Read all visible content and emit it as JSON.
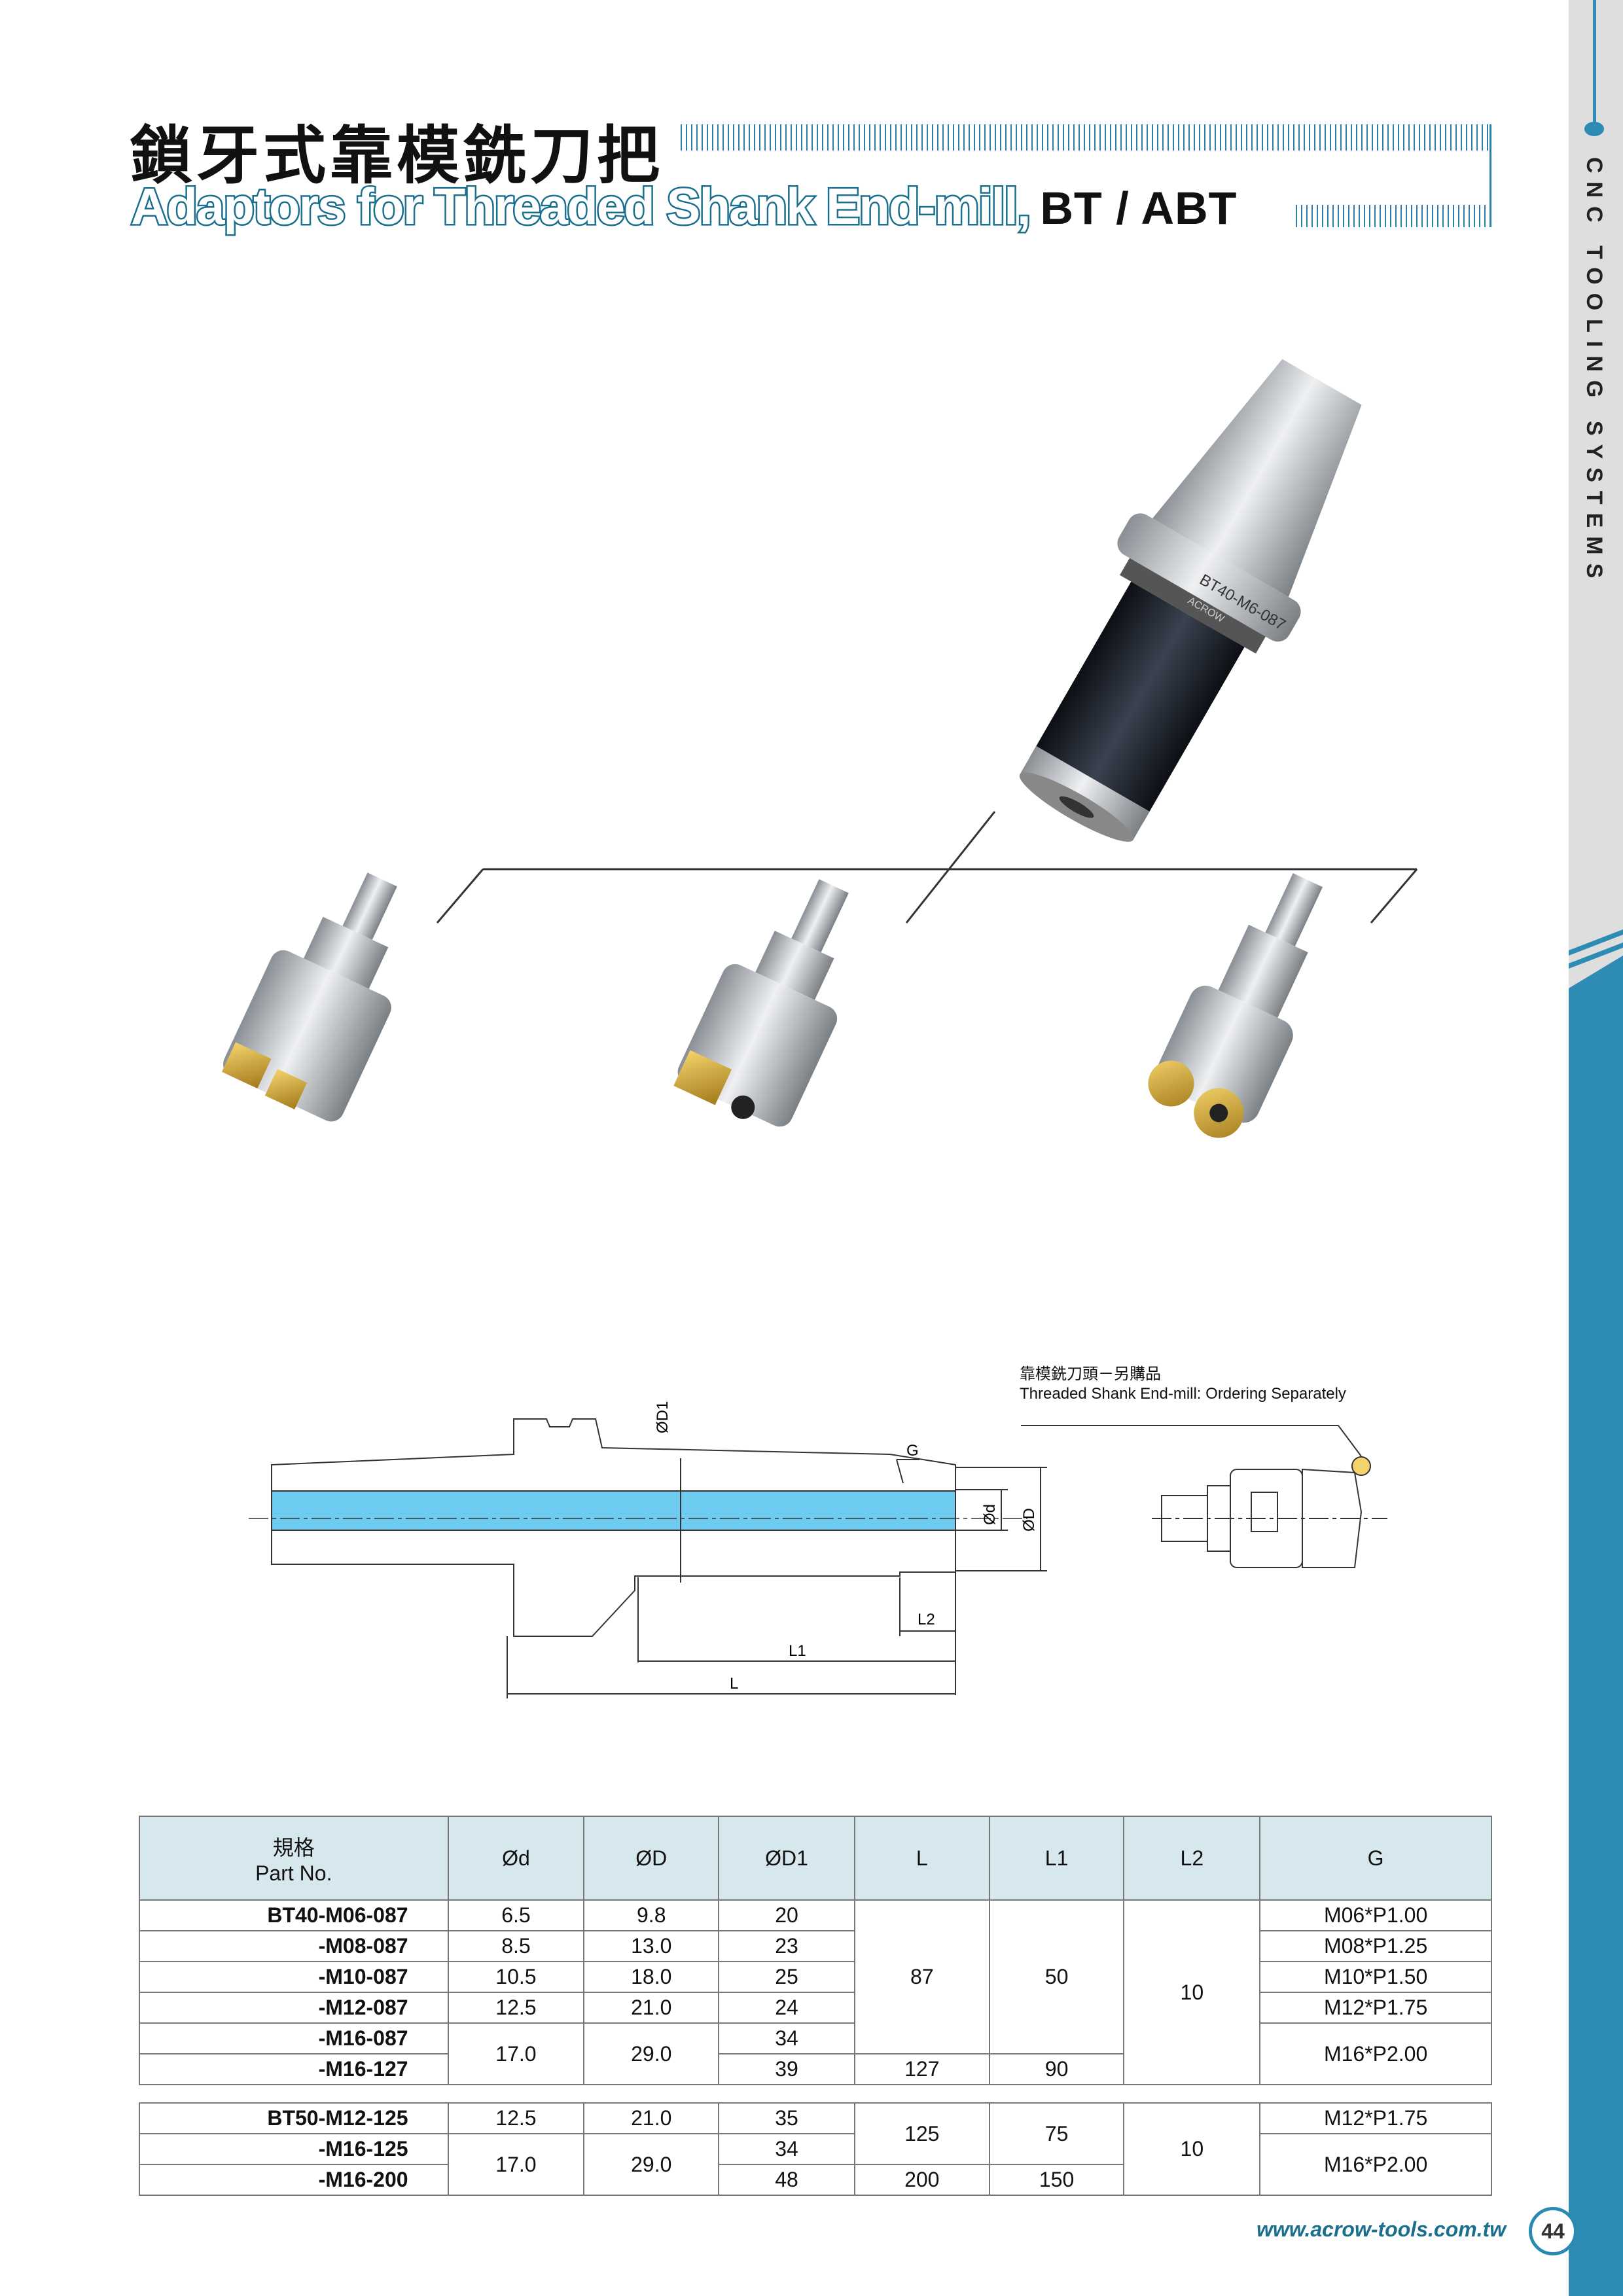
{
  "header": {
    "title_zh": "鎖牙式靠模銑刀把",
    "title_en": "Adaptors for Threaded Shank End-mill,",
    "title_suffix": "BT / ABT"
  },
  "sidebar": {
    "label": "CNC TOOLING SYSTEMS"
  },
  "product_image": {
    "holder_marking": "BT40-M6-087",
    "brand_marking": "ACROW"
  },
  "drawing": {
    "labels": {
      "D1": "ØD1",
      "G": "G",
      "d": "Ød",
      "D": "ØD",
      "L2": "L2",
      "L1": "L1",
      "L": "L"
    },
    "note_zh": "靠模銑刀頭－另購品",
    "note_en": "Threaded Shank End-mill: Ordering Separately"
  },
  "table": {
    "headers": {
      "part_zh": "規格",
      "part_en": "Part No.",
      "d": "Ød",
      "D": "ØD",
      "D1": "ØD1",
      "L": "L",
      "L1": "L1",
      "L2": "L2",
      "G": "G"
    },
    "bt40": [
      {
        "part": "BT40-M06-087",
        "d": "6.5",
        "D": "9.8",
        "D1": "20",
        "G": "M06*P1.00"
      },
      {
        "part": "-M08-087",
        "d": "8.5",
        "D": "13.0",
        "D1": "23",
        "G": "M08*P1.25"
      },
      {
        "part": "-M10-087",
        "d": "10.5",
        "D": "18.0",
        "D1": "25",
        "G": "M10*P1.50"
      },
      {
        "part": "-M12-087",
        "d": "12.5",
        "D": "21.0",
        "D1": "24",
        "G": "M12*P1.75"
      },
      {
        "part": "-M16-087",
        "d": "17.0",
        "D": "29.0",
        "D1": "34",
        "G": "M16*P2.00"
      },
      {
        "part": "-M16-127",
        "D1": "39",
        "L": "127",
        "L1": "90"
      }
    ],
    "bt40_shared": {
      "L": "87",
      "L1": "50",
      "L2": "10"
    },
    "bt50": [
      {
        "part": "BT50-M12-125",
        "d": "12.5",
        "D": "21.0",
        "D1": "35",
        "L": "125",
        "L1": "75",
        "G": "M12*P1.75"
      },
      {
        "part": "-M16-125",
        "d": "17.0",
        "D": "29.0",
        "D1": "34",
        "G": "M16*P2.00"
      },
      {
        "part": "-M16-200",
        "D1": "48",
        "L": "200",
        "L1": "150"
      }
    ],
    "bt50_shared": {
      "L2": "10"
    }
  },
  "footer": {
    "url": "www.acrow-tools.com.tw",
    "page": "44"
  },
  "colors": {
    "accent": "#1a6f8e",
    "sidebar_blue": "#2e8bb3",
    "table_header": "#d6e8ee",
    "bore_blue": "#6ccbee"
  }
}
